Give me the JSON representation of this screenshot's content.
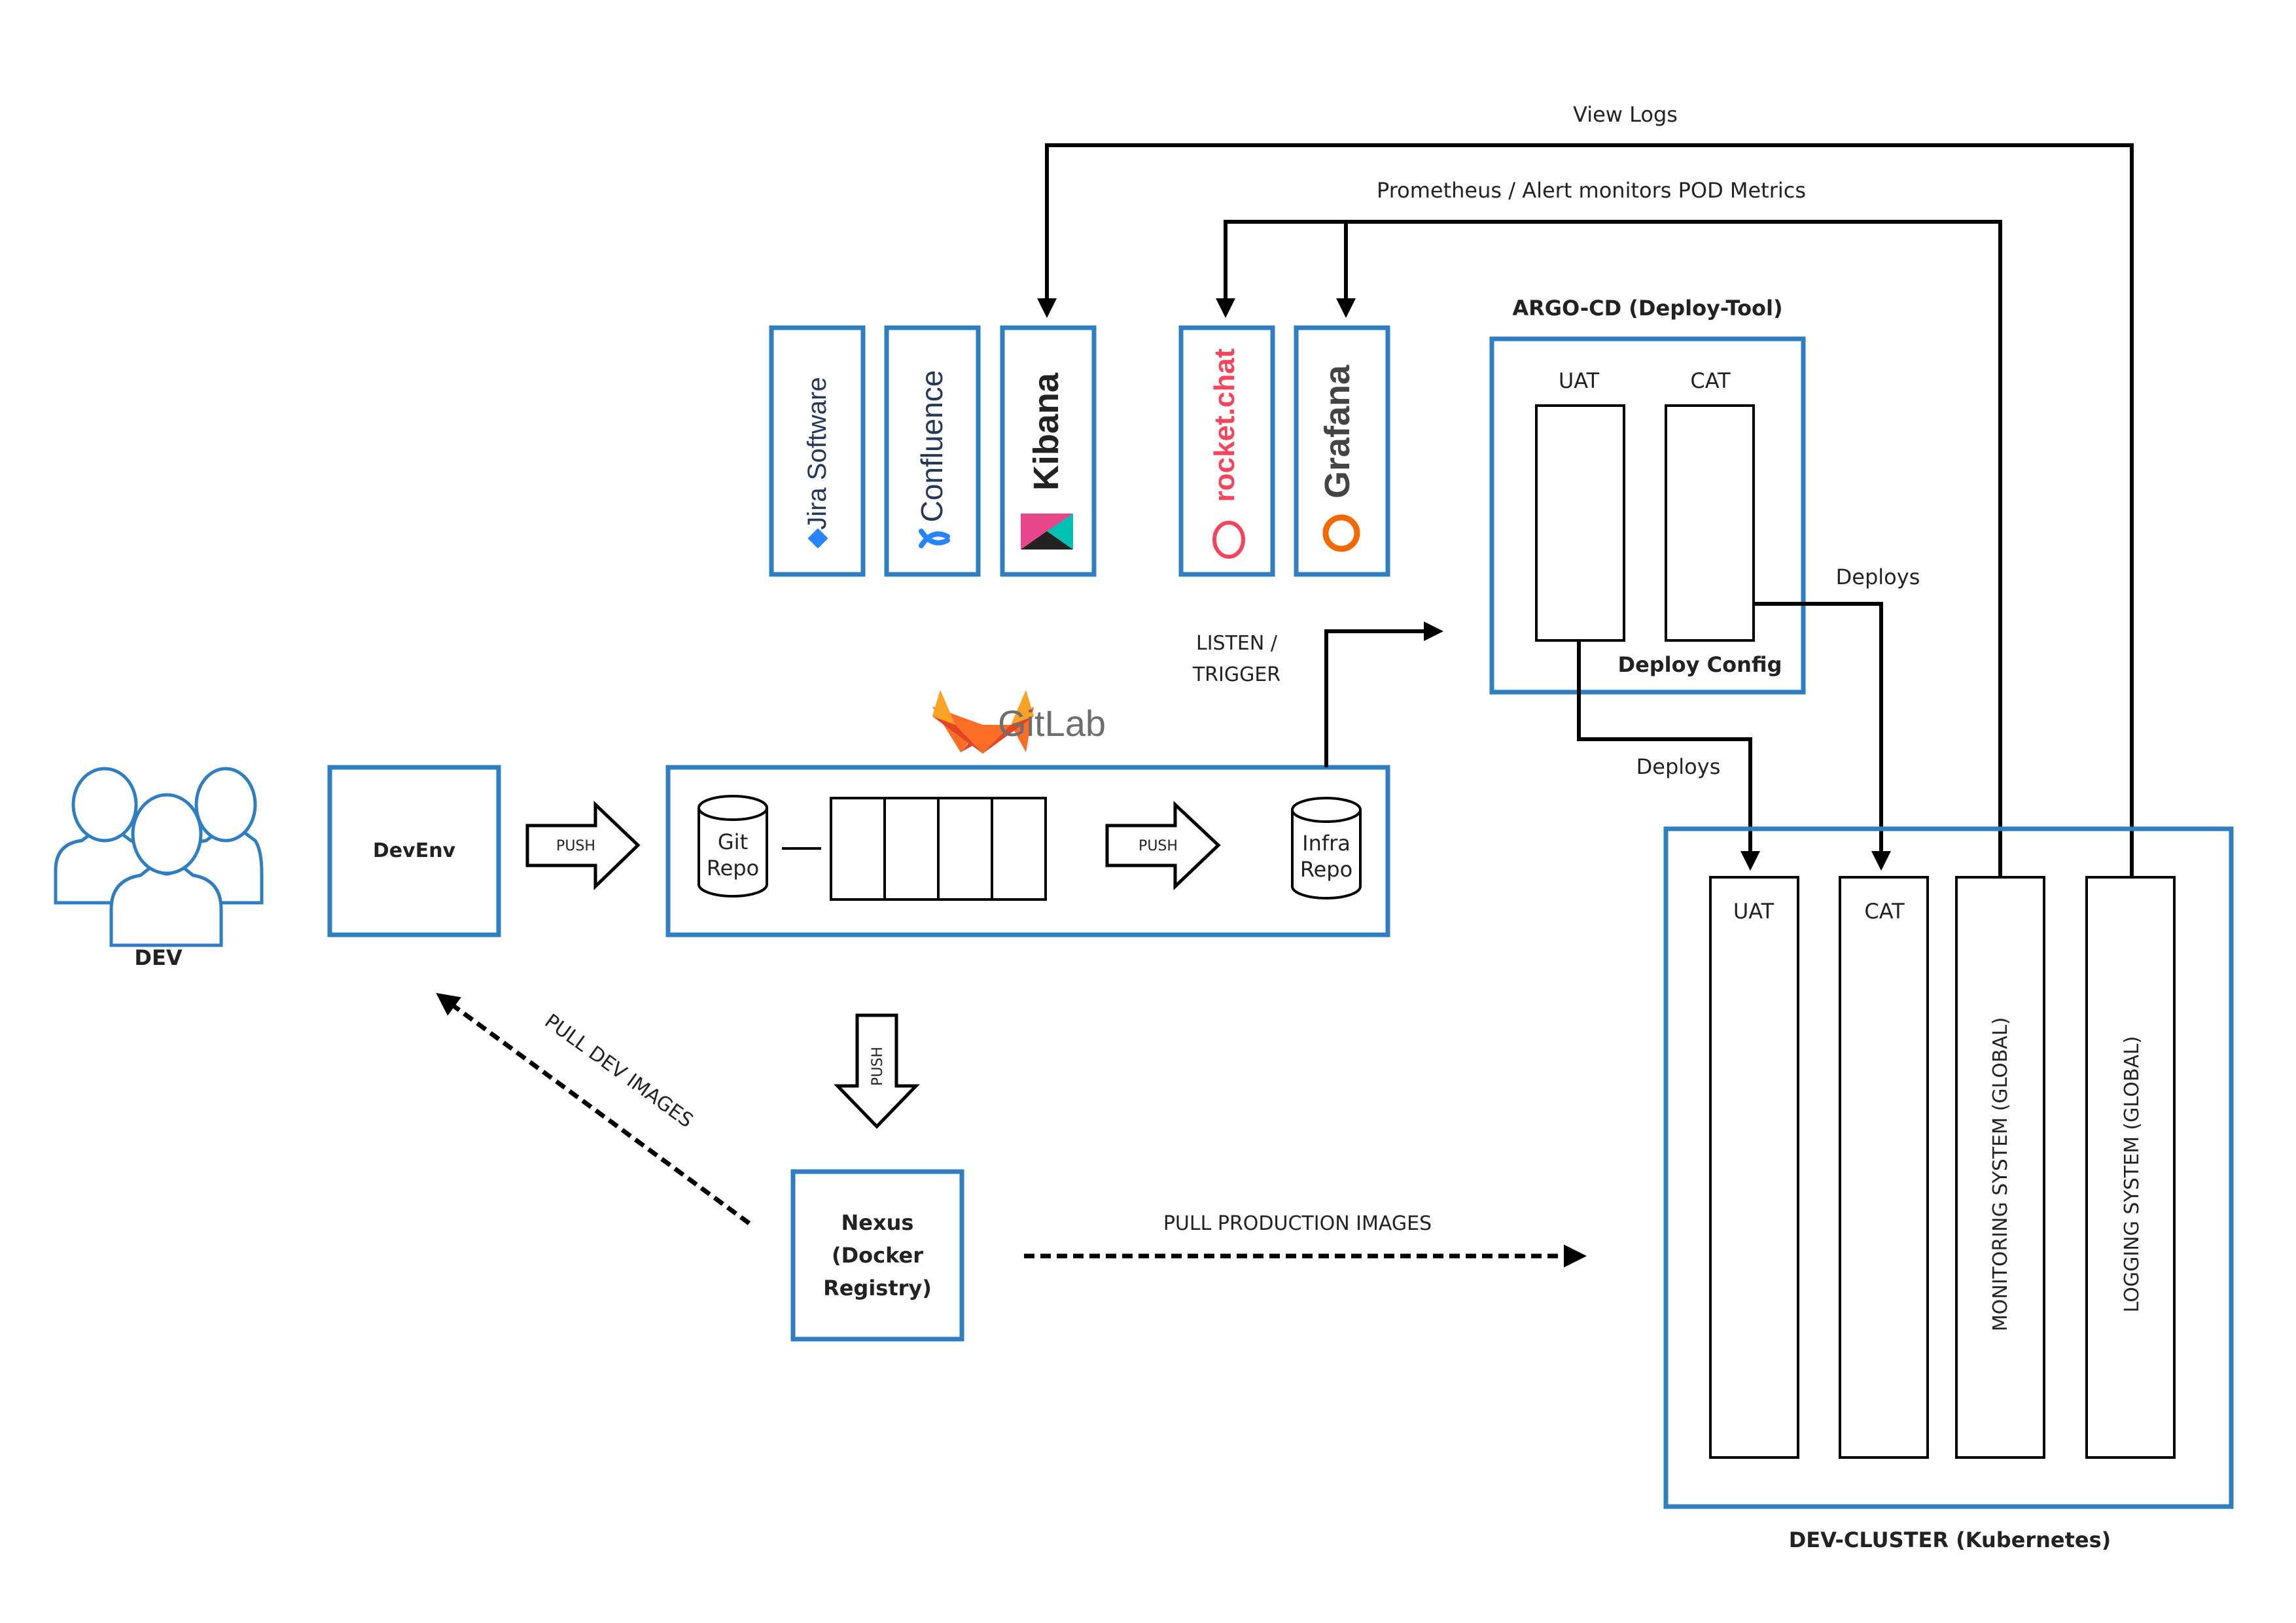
{
  "dev": {
    "label": "DEV"
  },
  "devenv": {
    "label": "DevEnv"
  },
  "gitlab": {
    "brand": "GitLab",
    "git_repo": [
      "Git",
      "Repo"
    ],
    "infra_repo": [
      "Infra",
      "Repo"
    ],
    "pipeline_stages": 4
  },
  "push_labels": {
    "devenv_to_gitlab": "PUSH",
    "pipeline_to_infra": "PUSH",
    "gitlab_to_nexus": "PUSH"
  },
  "listen_trigger": [
    "LISTEN /",
    "TRIGGER"
  ],
  "argo": {
    "title": "ARGO-CD (Deploy-Tool)",
    "columns": [
      "UAT",
      "CAT"
    ],
    "config_label": "Deploy Config"
  },
  "deploys": {
    "right": "Deploys",
    "down": "Deploys"
  },
  "view_logs": "View Logs",
  "prometheus": "Prometheus / Alert monitors POD Metrics",
  "tools": [
    {
      "name": "Jira Software",
      "icon": "jira-icon",
      "color": "#2684FF"
    },
    {
      "name": "Confluence",
      "icon": "confluence-icon",
      "color": "#2684FF"
    },
    {
      "name": "Kibana",
      "icon": "kibana-icon",
      "color": "#E8478B"
    },
    {
      "name": "rocket.chat",
      "icon": "rocketchat-icon",
      "color": "#F5455C"
    },
    {
      "name": "Grafana",
      "icon": "grafana-icon",
      "color": "#F46800"
    }
  ],
  "nexus": {
    "lines": [
      "Nexus",
      "(Docker",
      "Registry)"
    ]
  },
  "pull_dev": "PULL DEV IMAGES",
  "pull_prod": "PULL PRODUCTION IMAGES",
  "cluster": {
    "title": "DEV-CLUSTER (Kubernetes)",
    "columns": [
      "UAT",
      "CAT"
    ],
    "monitoring": "MONITORING SYSTEM (GLOBAL)",
    "logging": "LOGGING SYSTEM (GLOBAL)"
  },
  "colors": {
    "accent": "#2E7EC1",
    "line": "#000000",
    "gitlab_orange": "#FC6D26",
    "gitlab_red": "#E24329",
    "gitlab_yellow": "#FCA326",
    "gitlab_text": "#6E6E6E",
    "jira_text": "#253858"
  }
}
